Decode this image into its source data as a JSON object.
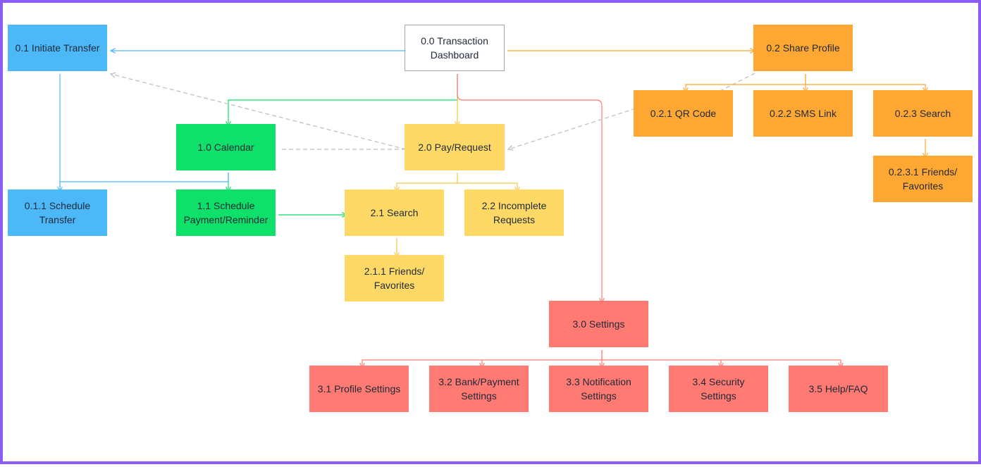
{
  "nodes": {
    "n00": "0.0 Transaction\nDashboard",
    "n01": "0.1 Initiate Transfer",
    "n011": "0.1.1 Schedule\nTransfer",
    "n02": "0.2 Share Profile",
    "n021": "0.2.1 QR Code",
    "n022": "0.2.2 SMS Link",
    "n023": "0.2.3 Search",
    "n0231": "0.2.3.1 Friends/\nFavorites",
    "n10": "1.0 Calendar",
    "n11": "1.1 Schedule\nPayment/Reminder",
    "n20": "2.0 Pay/Request",
    "n21": "2.1 Search",
    "n211": "2.1.1 Friends/\nFavorites",
    "n22": "2.2 Incomplete\nRequests",
    "n30": "3.0 Settings",
    "n31": "3.1 Profile Settings",
    "n32": "3.2 Bank/Payment\nSettings",
    "n33": "3.3 Notification\nSettings",
    "n34": "3.4 Security Settings",
    "n35": "3.5 Help/FAQ"
  },
  "colors": {
    "frame": "#8b5cf6",
    "blue": "#4db8f8",
    "green": "#0fe06a",
    "yellow": "#ffd966",
    "orange": "#ffa733",
    "red": "#ff7a73",
    "dashed": "#bdbdbd"
  }
}
